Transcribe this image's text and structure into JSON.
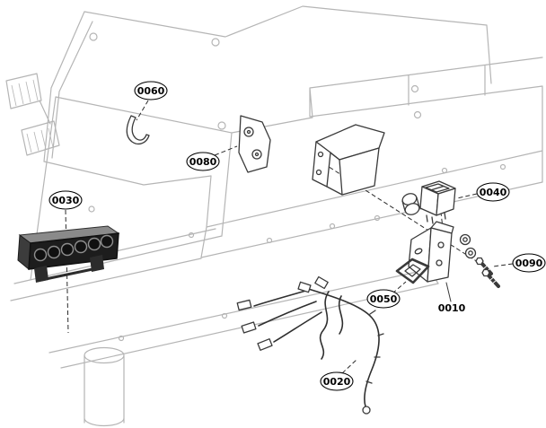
{
  "diagram": {
    "background": "#ffffff",
    "frame_color": "#b5b5b5",
    "part_color": "#3a3a3a",
    "bar_fill": "#1d1d1d",
    "callouts": {
      "c0010": {
        "label": "0010"
      },
      "c0020": {
        "label": "0020"
      },
      "c0030": {
        "label": "0030"
      },
      "c0040": {
        "label": "0040"
      },
      "c0050": {
        "label": "0050"
      },
      "c0060": {
        "label": "0060"
      },
      "c0080": {
        "label": "0080"
      },
      "c0090": {
        "label": "0090"
      }
    }
  }
}
